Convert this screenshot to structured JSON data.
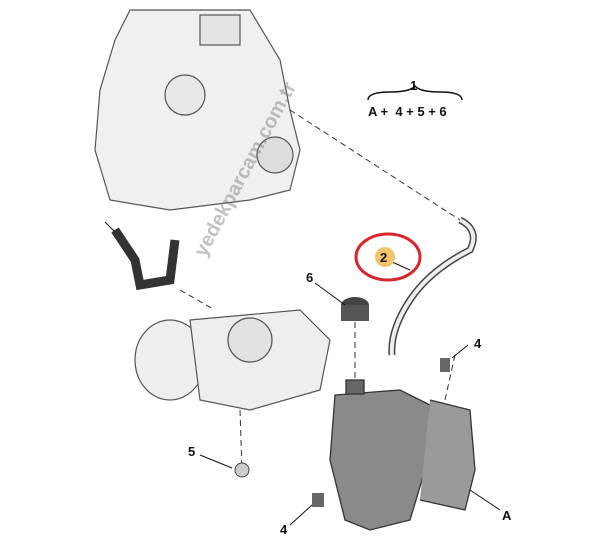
{
  "title_number": "1",
  "formula": "A +  4 + 5 + 6",
  "callouts": {
    "c2": "2",
    "c4a": "4",
    "c4b": "4",
    "c5": "5",
    "c6": "6",
    "cA": "A"
  },
  "watermark": "yedekparcam.com.tr",
  "colors": {
    "highlight_ring": "#d9252b",
    "highlight_fill": "#f3c46b"
  }
}
